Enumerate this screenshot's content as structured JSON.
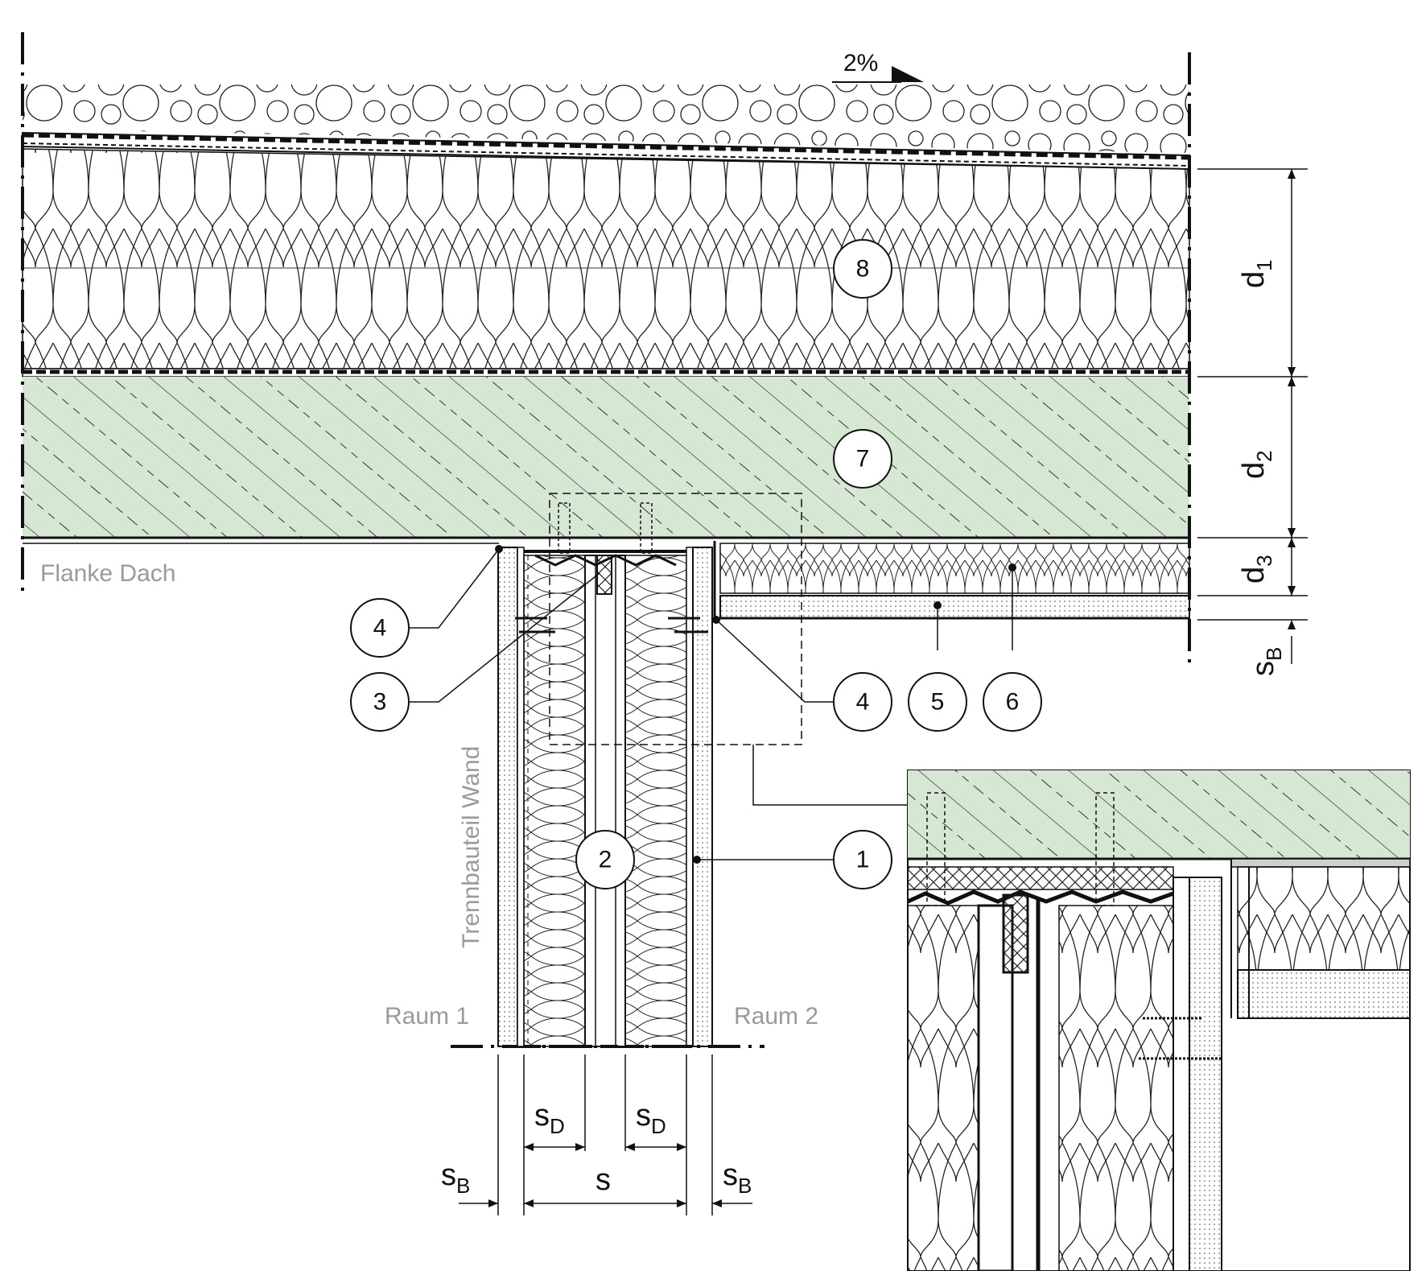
{
  "slope": "2%",
  "labels": {
    "flanke": "Flanke Dach",
    "trennbauteil": "Trennbauteil Wand",
    "raum1": "Raum 1",
    "raum2": "Raum 2"
  },
  "callouts": [
    "1",
    "2",
    "3",
    "4",
    "4",
    "5",
    "6",
    "7",
    "8"
  ],
  "dims": {
    "d1": {
      "main": "d",
      "sub": "1"
    },
    "d2": {
      "main": "d",
      "sub": "2"
    },
    "d3": {
      "main": "d",
      "sub": "3"
    },
    "sB_right": {
      "main": "s",
      "sub": "B"
    },
    "sD_left": {
      "main": "s",
      "sub": "D"
    },
    "sD_right": {
      "main": "s",
      "sub": "D"
    },
    "s": {
      "main": "s"
    },
    "sB_left": {
      "main": "s",
      "sub": "B"
    },
    "sB_bottom_right": {
      "main": "s",
      "sub": "B"
    }
  },
  "colors": {
    "concrete": "#d6e8d4",
    "line": "#111111",
    "grey_text": "#9a9a9a"
  }
}
